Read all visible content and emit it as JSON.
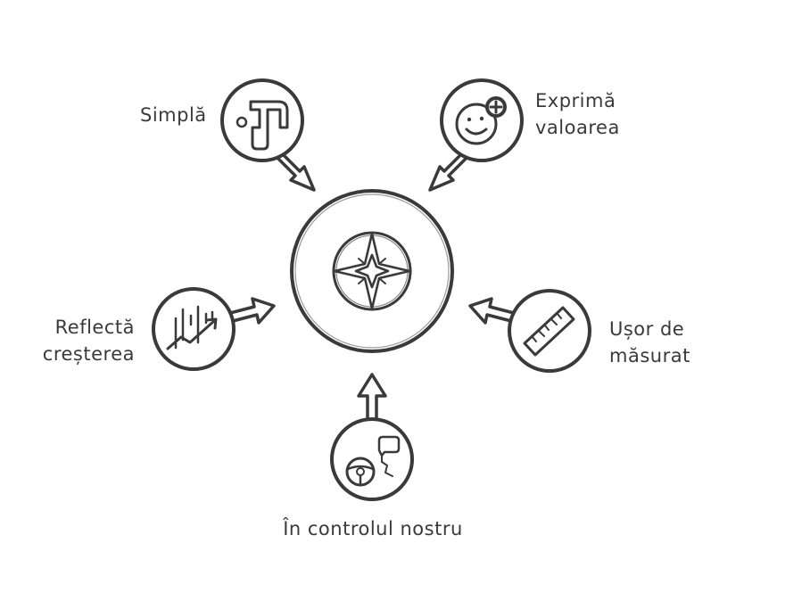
{
  "diagram": {
    "center": {
      "icon": "compass-icon"
    },
    "nodes": [
      {
        "id": "simple",
        "label_lines": [
          "Simplă"
        ],
        "icon": "path-steps-icon"
      },
      {
        "id": "value",
        "label_lines": [
          "Exprimă",
          "valoarea"
        ],
        "icon": "smiley-plus-icon"
      },
      {
        "id": "growth",
        "label_lines": [
          "Reflectă",
          "creșterea"
        ],
        "icon": "growth-chart-icon"
      },
      {
        "id": "measurable",
        "label_lines": [
          "Ușor de",
          "măsurat"
        ],
        "icon": "ruler-icon"
      },
      {
        "id": "control",
        "label_lines": [
          "În controlul nostru"
        ],
        "icon": "steering-wheel-icon"
      }
    ]
  },
  "colors": {
    "ink": "#3a3a3a",
    "background": "#ffffff"
  }
}
